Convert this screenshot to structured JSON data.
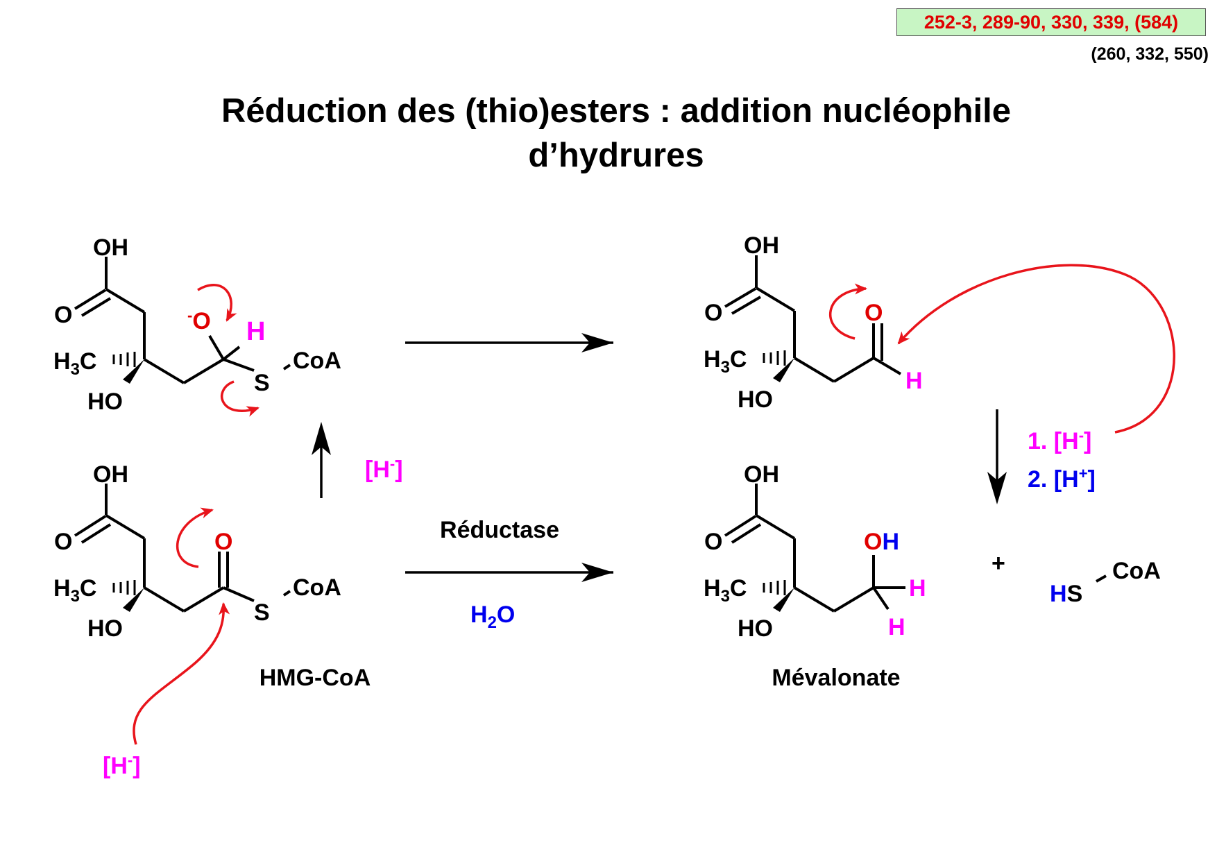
{
  "refs": {
    "primary": "252-3, 289-90, 330, 339, (584)",
    "secondary": "(260, 332, 550)"
  },
  "title": {
    "line1": "Réduction des (thio)esters : addition nucléophile",
    "line2": "d’hydrures"
  },
  "atoms": {
    "OH": "OH",
    "O": "O",
    "H": "H",
    "C": "C",
    "S": "S",
    "HO": "HO",
    "CoA": "CoA",
    "sub3": "3",
    "sub2": "2",
    "minus": "-",
    "plus": "+"
  },
  "reagents": {
    "hydride": "[H",
    "hydride_close": "]",
    "reductase": "Réductase",
    "water_h": "H",
    "water_o": "O",
    "step1": "1. [H",
    "step2": "2. [H",
    "plus_sign": "+"
  },
  "names": {
    "reactant": "HMG-CoA",
    "product": "Mévalonate"
  },
  "colors": {
    "arrow_red": "#e8141b",
    "magenta": "#ff00ff",
    "blue": "#0000ee",
    "red_text": "#e00000",
    "box_green": "#c8f5c4"
  }
}
